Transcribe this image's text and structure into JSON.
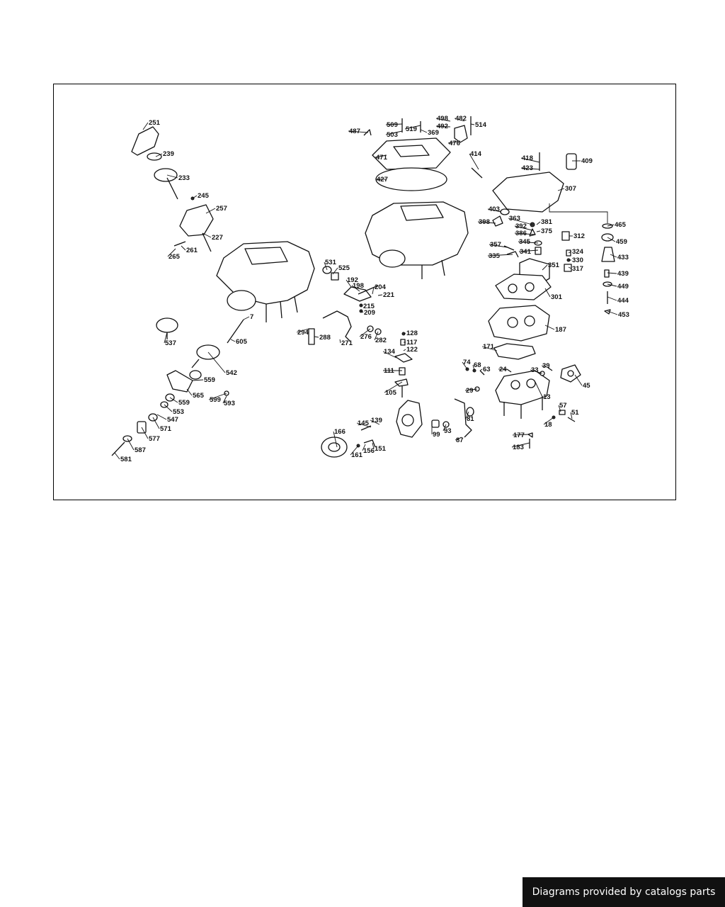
{
  "diagram": {
    "part_numbers": [
      "251",
      "239",
      "233",
      "245",
      "257",
      "227",
      "261",
      "265",
      "531",
      "525",
      "192",
      "198",
      "204",
      "221",
      "215",
      "209",
      "294",
      "288",
      "271",
      "276",
      "282",
      "7",
      "605",
      "537",
      "542",
      "559",
      "565",
      "599",
      "593",
      "559",
      "553",
      "547",
      "571",
      "577",
      "587",
      "581",
      "509",
      "519",
      "503",
      "369",
      "498",
      "482",
      "492",
      "514",
      "476",
      "487",
      "471",
      "414",
      "427",
      "418",
      "423",
      "409",
      "307",
      "403",
      "363",
      "398",
      "392",
      "381",
      "386",
      "375",
      "312",
      "465",
      "459",
      "357",
      "345",
      "335",
      "341",
      "324",
      "330",
      "317",
      "433",
      "439",
      "449",
      "444",
      "453",
      "351",
      "301",
      "187",
      "171",
      "128",
      "117",
      "134",
      "122",
      "111",
      "105",
      "74",
      "68",
      "63",
      "24",
      "33",
      "39",
      "45",
      "29",
      "13",
      "57",
      "51",
      "18",
      "145",
      "139",
      "166",
      "161",
      "156",
      "151",
      "99",
      "93",
      "81",
      "87",
      "177",
      "183"
    ]
  },
  "footer": {
    "credit": "Diagrams provided by catalogs parts"
  },
  "colors": {
    "line": "#111111",
    "background": "#ffffff",
    "credit_bg": "#111111",
    "credit_text": "#ffffff"
  }
}
